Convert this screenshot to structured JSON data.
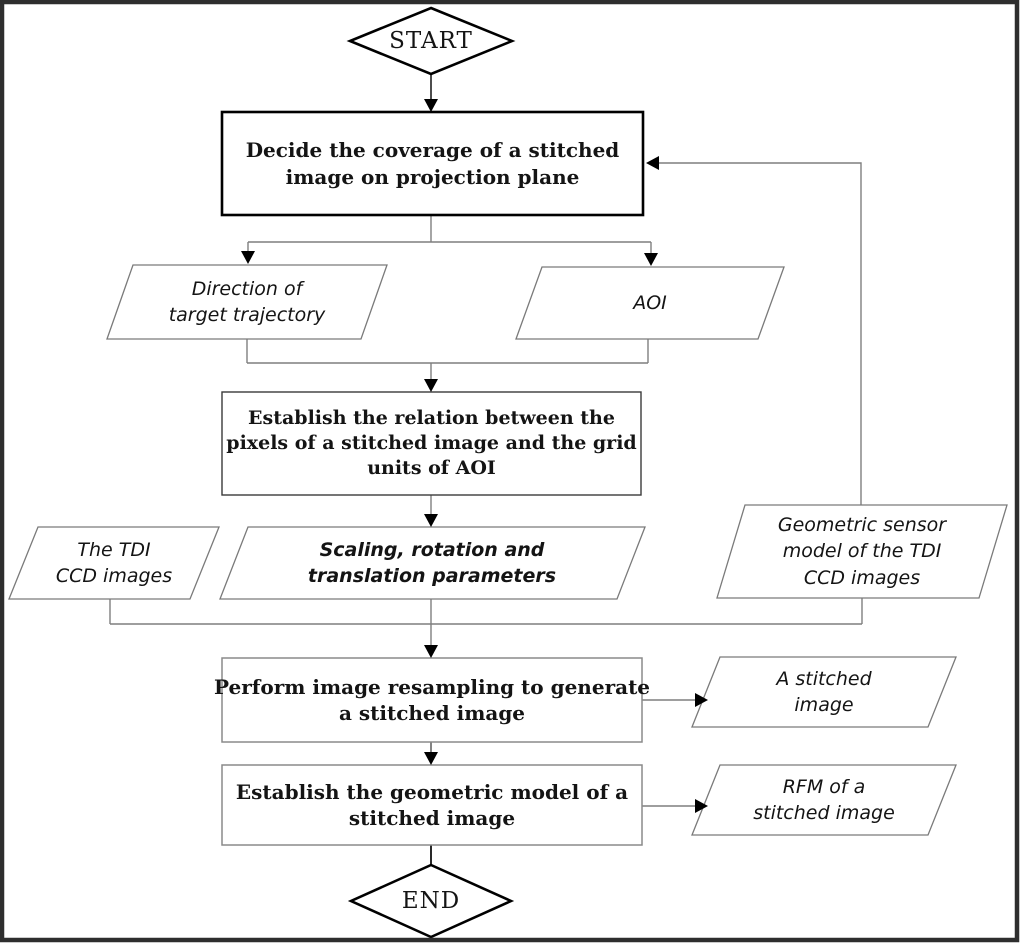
{
  "nodes": {
    "start": {
      "label": "START"
    },
    "decide": {
      "lines": [
        "Decide the coverage of a stitched",
        "image on projection plane"
      ]
    },
    "direction": {
      "lines": [
        "Direction of",
        "target trajectory"
      ]
    },
    "aoi": {
      "lines": [
        "AOI"
      ]
    },
    "establish_relation": {
      "lines": [
        "Establish the relation between the",
        "pixels of a stitched image and the grid",
        "units of AOI"
      ]
    },
    "tdi_images": {
      "lines": [
        "The TDI",
        "CCD images"
      ]
    },
    "scaling": {
      "lines": [
        "Scaling, rotation and",
        "translation parameters"
      ]
    },
    "sensor_model": {
      "lines": [
        "Geometric sensor",
        "model of the TDI",
        "CCD images"
      ]
    },
    "resampling": {
      "lines": [
        "Perform image resampling to generate",
        "a stitched image"
      ]
    },
    "stitched_image": {
      "lines": [
        "A stitched",
        "image"
      ]
    },
    "geometric_model": {
      "lines": [
        "Establish the geometric model of a",
        "stitched image"
      ]
    },
    "rfm": {
      "lines": [
        "RFM of a",
        "stitched image"
      ]
    },
    "end": {
      "label": "END"
    }
  },
  "colors": {
    "background": "#ffffff",
    "frame": "#2e2e2e",
    "connector": "#7f7f7f",
    "bold_outline": "#000000",
    "thin_outline": "#8a8a8a",
    "arrowhead": "#000000",
    "text": "#141414"
  }
}
